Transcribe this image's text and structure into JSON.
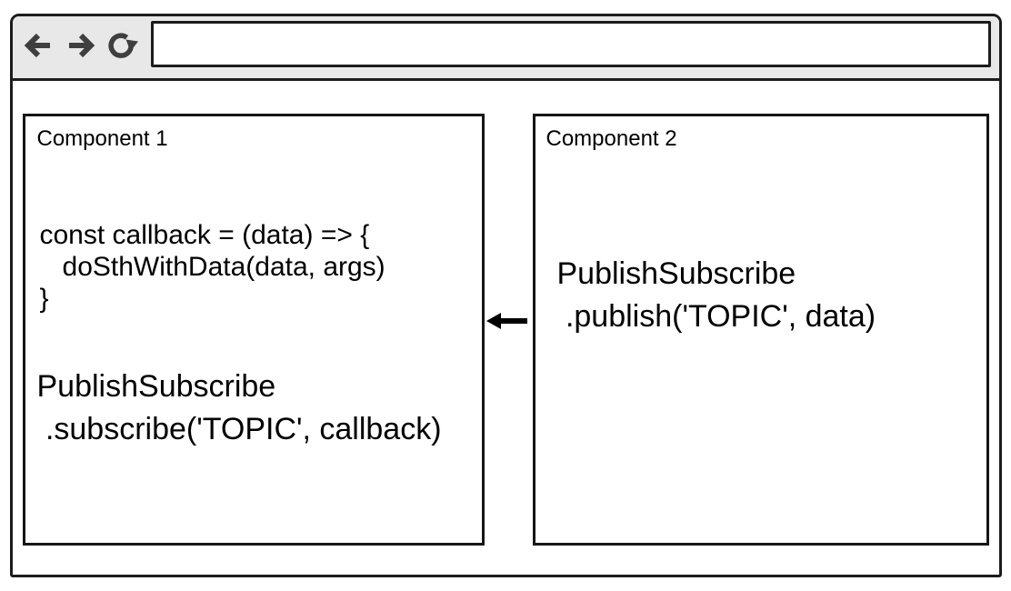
{
  "browser_chrome": {
    "toolbar": {
      "back_icon": "arrow-left",
      "forward_icon": "arrow-right",
      "refresh_icon": "refresh-clockwise",
      "address_bar": {
        "value": "",
        "placeholder": ""
      }
    }
  },
  "diagram": {
    "components": [
      {
        "title": "Component 1",
        "code_block": {
          "lines": [
            "const callback = (data) => {",
            "   doSthWithData(data, args)",
            "}"
          ]
        },
        "pubsub_block": {
          "lines": [
            "PublishSubscribe",
            " .subscribe('TOPIC', callback)"
          ]
        }
      },
      {
        "title": "Component 2",
        "pubsub_block": {
          "lines": [
            "PublishSubscribe",
            " .publish('TOPIC', data)"
          ]
        }
      }
    ],
    "arrow": {
      "direction": "left",
      "from": "Component 2",
      "to": "Component 1"
    }
  },
  "colors": {
    "border": "#1c1c1c",
    "topbar_bg": "#e8e8e8",
    "icon": "#3f3f3f",
    "text": "#000000",
    "background": "#ffffff"
  }
}
